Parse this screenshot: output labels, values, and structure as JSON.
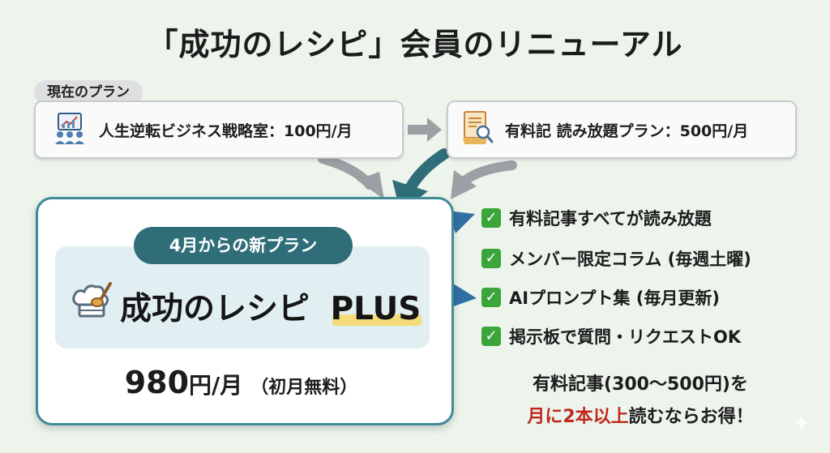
{
  "title": "「成功のレシピ」会員のリニューアル",
  "current": {
    "tag": "現在のプラン",
    "plan1": {
      "label": "人生逆転ビジネス戦略室：100円/月",
      "icon": "business-strategy-icon"
    },
    "plan2": {
      "label": "有料記 読み放題プラン：500円/月",
      "icon": "document-search-icon"
    }
  },
  "new_plan": {
    "badge": "4月からの新プラン",
    "name": "成功のレシピ",
    "name_suffix": "PLUS",
    "icon": "chef-hat-spoon-icon",
    "price_number": "980",
    "price_unit": "円/月",
    "price_note": "（初月無料）"
  },
  "features": [
    "有料記事すべてが読み放題",
    "メンバー限定コラム (毎週土曜)",
    "AIプロンプト集 (毎月更新)",
    "掲示板で質問・リクエストOK"
  ],
  "cta": {
    "line1": "有料記事(300〜500円)を",
    "line2_highlight": "月に2本以上",
    "line2_rest": "読むならお得！"
  },
  "colors": {
    "background": "#ecf4ec",
    "teal": "#2f6e79",
    "border_teal": "#3f8c98",
    "check_green": "#3aa53a",
    "highlight_red": "#c0281e",
    "plus_underline": "#f5dc7a"
  }
}
